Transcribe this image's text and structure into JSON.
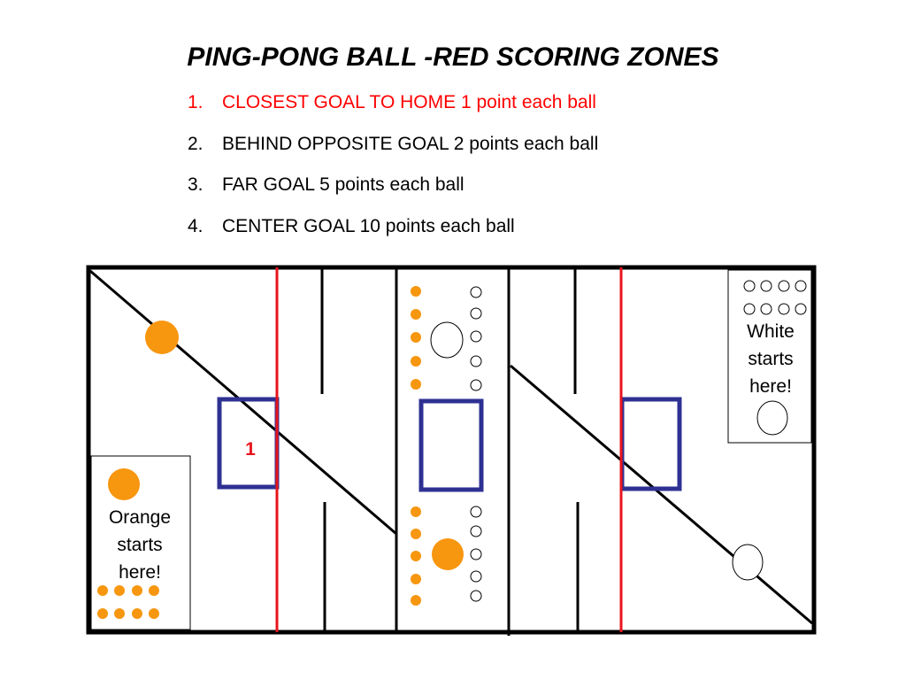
{
  "title": "PING-PONG BALL -RED SCORING ZONES",
  "rules": [
    {
      "num": "1.",
      "text": "CLOSEST GOAL TO HOME 1 point each ball"
    },
    {
      "num": "2.",
      "text": "BEHIND OPPOSITE GOAL 2 points each ball"
    },
    {
      "num": "3.",
      "text": "FAR GOAL 5 points each ball"
    },
    {
      "num": "4.",
      "text": "CENTER GOAL 10 points each ball"
    }
  ],
  "field": {
    "zone_label": "1",
    "orange_start": {
      "line1": "Orange",
      "line2": "starts",
      "line3": "here!"
    },
    "white_start": {
      "line1": "White",
      "line2": "starts",
      "line3": "here!"
    }
  },
  "colors": {
    "orange_ball": "#f7960f",
    "scoring_line": "#e8141c",
    "goal": "#2e3192",
    "highlight_text": "#ff0000"
  }
}
